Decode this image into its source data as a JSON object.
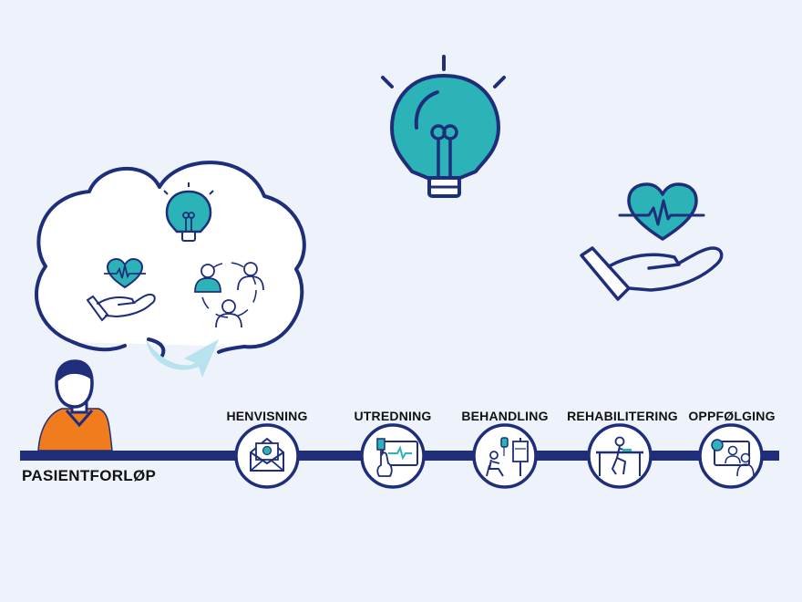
{
  "journey": {
    "label": "PASIENTFORLØP",
    "stages": [
      {
        "label": "HENVISNING",
        "icon": "envelope-icon"
      },
      {
        "label": "UTREDNING",
        "icon": "monitor-touch-icon"
      },
      {
        "label": "BEHANDLING",
        "icon": "iv-drip-patient-icon"
      },
      {
        "label": "REHABILITERING",
        "icon": "workout-desk-icon"
      },
      {
        "label": "OPPFØLGING",
        "icon": "video-consultation-icon"
      }
    ]
  },
  "colors": {
    "navy": "#1f2e7a",
    "teal": "#2bb3b8",
    "light_teal": "#b8e2ee",
    "orange": "#f07c1d",
    "background": "#eef3fb"
  },
  "icons": {
    "large": [
      "lightbulb-icon",
      "heart-in-hand-icon"
    ],
    "cloud": [
      "thought-cloud",
      "lightbulb-icon",
      "heart-in-hand-icon",
      "people-network-icon"
    ],
    "patient": "patient-avatar"
  }
}
